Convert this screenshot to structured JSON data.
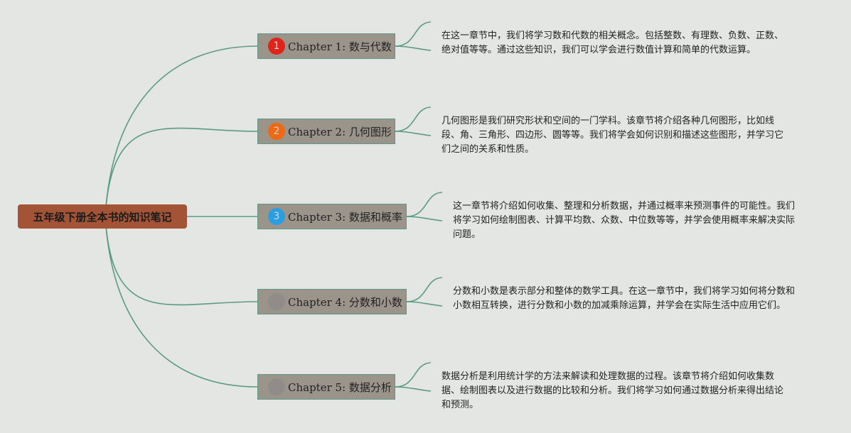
{
  "root": {
    "label": "五年级下册全本书的知识笔记",
    "color": "#a35437"
  },
  "colors": {
    "connector": "#5a9a86",
    "chapter_fill": "#9a948b"
  },
  "chapters": [
    {
      "number": "1",
      "badge_color": "#e0241a",
      "label": "Chapter 1: 数与代数",
      "description": "在这一章节中，我们将学习数和代数的相关概念。包括整数、有理数、负数、正数、绝对值等等。通过这些知识，我们可以学会进行数值计算和简单的代数运算。"
    },
    {
      "number": "2",
      "badge_color": "#ee6a12",
      "label": "Chapter 2: 几何图形",
      "description": "几何图形是我们研究形状和空间的一门学科。该章节将介绍各种几何图形，比如线段、角、三角形、四边形、圆等等。我们将学会如何识别和描述这些图形，并学习它们之间的关系和性质。"
    },
    {
      "number": "3",
      "badge_color": "#2a9fe0",
      "label": "Chapter 3: 数据和概率",
      "description": "这一章节将介绍如何收集、整理和分析数据，并通过概率来预测事件的可能性。我们将学习如何绘制图表、计算平均数、众数、中位数等等，并学会使用概率来解决实际问题。"
    },
    {
      "number": "",
      "badge_color": "#8f8c89",
      "label": "Chapter 4: 分数和小数",
      "description": "分数和小数是表示部分和整体的数学工具。在这一章节中，我们将学习如何将分数和小数相互转换，进行分数和小数的加减乘除运算，并学会在实际生活中应用它们。"
    },
    {
      "number": "",
      "badge_color": "#8f8c89",
      "label": "Chapter 5: 数据分析",
      "description": "数据分析是利用统计学的方法来解读和处理数据的过程。该章节将介绍如何收集数据、绘制图表以及进行数据的比较和分析。我们将学习如何通过数据分析来得出结论和预测。"
    }
  ]
}
